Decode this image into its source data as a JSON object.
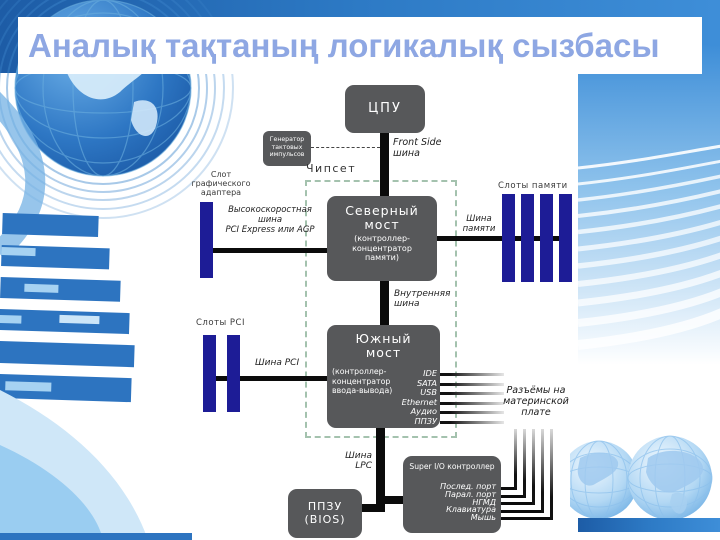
{
  "slide": {
    "title": "Аналық тақтаның логикалық сызбасы"
  },
  "colors": {
    "template_blue": "#2d74c0",
    "title_text": "#8ea7e3",
    "box_gray": "#57585a",
    "slot_blue": "#1d1c96",
    "chipset_dash": "#a4c2ae",
    "bus_line": "#0b0b0b"
  },
  "diagram": {
    "cpu_label": "ЦПУ",
    "clock_generator_label": "Генератор\nтактовых\nимпульсов",
    "fsb_label": "Front Side\nшина",
    "chipset_label": "Чипсет",
    "northbridge_title": "Северный\nмост",
    "northbridge_subtitle": "(контроллер-\nконцентратор\nпамяти)",
    "gpu_slot_label": "Слот\nграфического\nадаптера",
    "gpu_bus_label": "Высокоскоростная\nшина\nPCI Express или AGP",
    "memory_slots_label": "Слоты памяти",
    "memory_bus_label": "Шина\nпамяти",
    "internal_bus_label": "Внутренняя\nшина",
    "southbridge_title": "Южный\nмост",
    "southbridge_subtitle": "(контроллер-\nконцентратор\nввода-вывода)",
    "southbridge_interfaces": [
      "IDE",
      "SATA",
      "USB",
      "Ethernet",
      "Аудио",
      "ППЗУ"
    ],
    "connectors_label": "Разъёмы на\nматеринской\nплате",
    "pci_slots_label": "Слоты PCI",
    "pci_bus_label": "Шина PCI",
    "lpc_bus_label": "Шина\nLPC",
    "bios_label": "ППЗУ\n(BIOS)",
    "superio_title": "Super I/O контроллер",
    "superio_ports": [
      "Послед. порт",
      "Парал. порт",
      "НГМД",
      "Клавиатура",
      "Мышь"
    ]
  }
}
